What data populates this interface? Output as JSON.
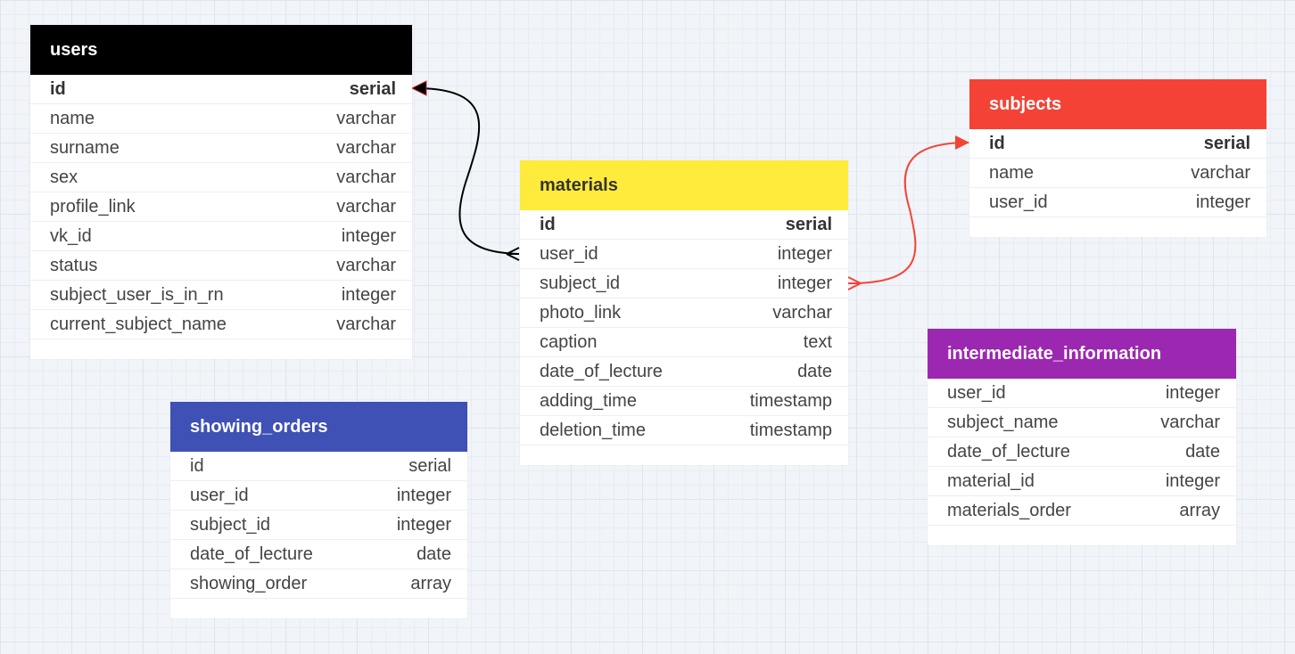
{
  "colors": {
    "users_header": "#000000",
    "subjects_header": "#f44336",
    "materials_header": "#ffeb3b",
    "showing_orders_header": "#3f51b5",
    "intermediate_information_header": "#9c27b0",
    "relation_users": "#000000",
    "relation_subjects": "#f44336"
  },
  "tables": {
    "users": {
      "title": "users",
      "fields": [
        {
          "name": "id",
          "type": "serial"
        },
        {
          "name": "name",
          "type": "varchar"
        },
        {
          "name": "surname",
          "type": "varchar"
        },
        {
          "name": "sex",
          "type": "varchar"
        },
        {
          "name": "profile_link",
          "type": "varchar"
        },
        {
          "name": "vk_id",
          "type": "integer"
        },
        {
          "name": "status",
          "type": "varchar"
        },
        {
          "name": "subject_user_is_in_rn",
          "type": "integer"
        },
        {
          "name": "current_subject_name",
          "type": "varchar"
        }
      ]
    },
    "subjects": {
      "title": "subjects",
      "fields": [
        {
          "name": "id",
          "type": "serial"
        },
        {
          "name": "name",
          "type": "varchar"
        },
        {
          "name": "user_id",
          "type": "integer"
        }
      ]
    },
    "materials": {
      "title": "materials",
      "fields": [
        {
          "name": "id",
          "type": "serial"
        },
        {
          "name": "user_id",
          "type": "integer"
        },
        {
          "name": "subject_id",
          "type": "integer"
        },
        {
          "name": "photo_link",
          "type": "varchar"
        },
        {
          "name": "caption",
          "type": "text"
        },
        {
          "name": "date_of_lecture",
          "type": "date"
        },
        {
          "name": "adding_time",
          "type": "timestamp"
        },
        {
          "name": "deletion_time",
          "type": "timestamp"
        }
      ]
    },
    "showing_orders": {
      "title": "showing_orders",
      "fields": [
        {
          "name": "id",
          "type": "serial"
        },
        {
          "name": "user_id",
          "type": "integer"
        },
        {
          "name": "subject_id",
          "type": "integer"
        },
        {
          "name": "date_of_lecture",
          "type": "date"
        },
        {
          "name": "showing_order",
          "type": "array"
        }
      ]
    },
    "intermediate_information": {
      "title": "intermediate_information",
      "fields": [
        {
          "name": "user_id",
          "type": "integer"
        },
        {
          "name": "subject_name",
          "type": "varchar"
        },
        {
          "name": "date_of_lecture",
          "type": "date"
        },
        {
          "name": "material_id",
          "type": "integer"
        },
        {
          "name": "materials_order",
          "type": "array"
        }
      ]
    }
  }
}
